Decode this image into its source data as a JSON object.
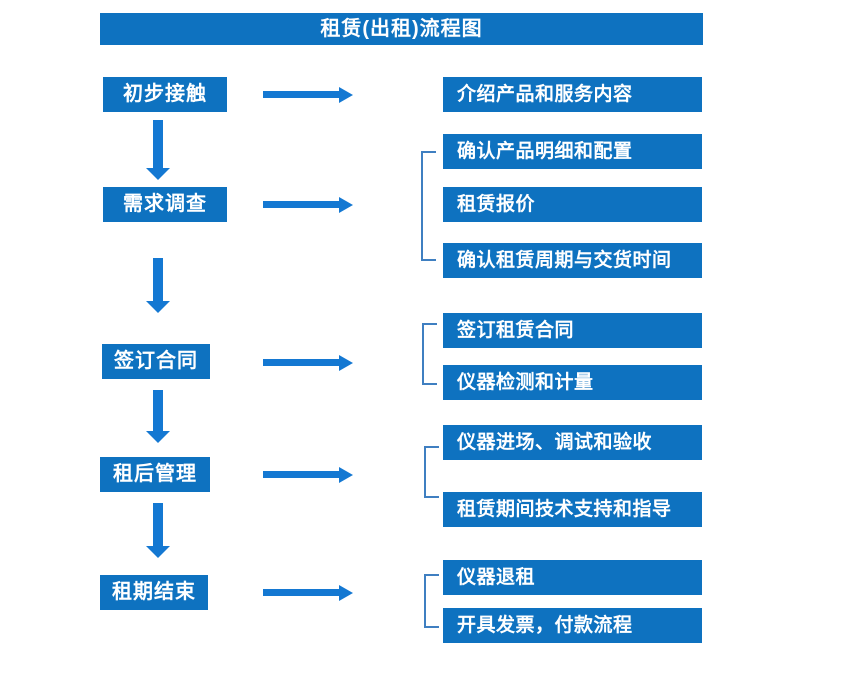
{
  "title": "租赁(出租)流程图",
  "colors": {
    "box_fill": "#0e72c0",
    "arrow_fill": "#1478d2",
    "bracket_stroke": "#3f7fc1",
    "text": "#ffffff",
    "background": "#ffffff"
  },
  "flow": {
    "steps": [
      "初步接触",
      "需求调查",
      "签订合同",
      "租后管理",
      "租期结束"
    ],
    "details": [
      {
        "for_step": "初步接触",
        "items": [
          "介绍产品和服务内容"
        ]
      },
      {
        "for_step": "需求调查",
        "items": [
          "确认产品明细和配置",
          "租赁报价",
          "确认租赁周期与交货时间"
        ]
      },
      {
        "for_step": "签订合同",
        "items": [
          "签订租赁合同",
          "仪器检测和计量"
        ]
      },
      {
        "for_step": "租后管理",
        "items": [
          "仪器进场、调试和验收",
          "租赁期间技术支持和指导"
        ]
      },
      {
        "for_step": "租期结束",
        "items": [
          "仪器退租",
          "开具发票，付款流程"
        ]
      }
    ]
  }
}
